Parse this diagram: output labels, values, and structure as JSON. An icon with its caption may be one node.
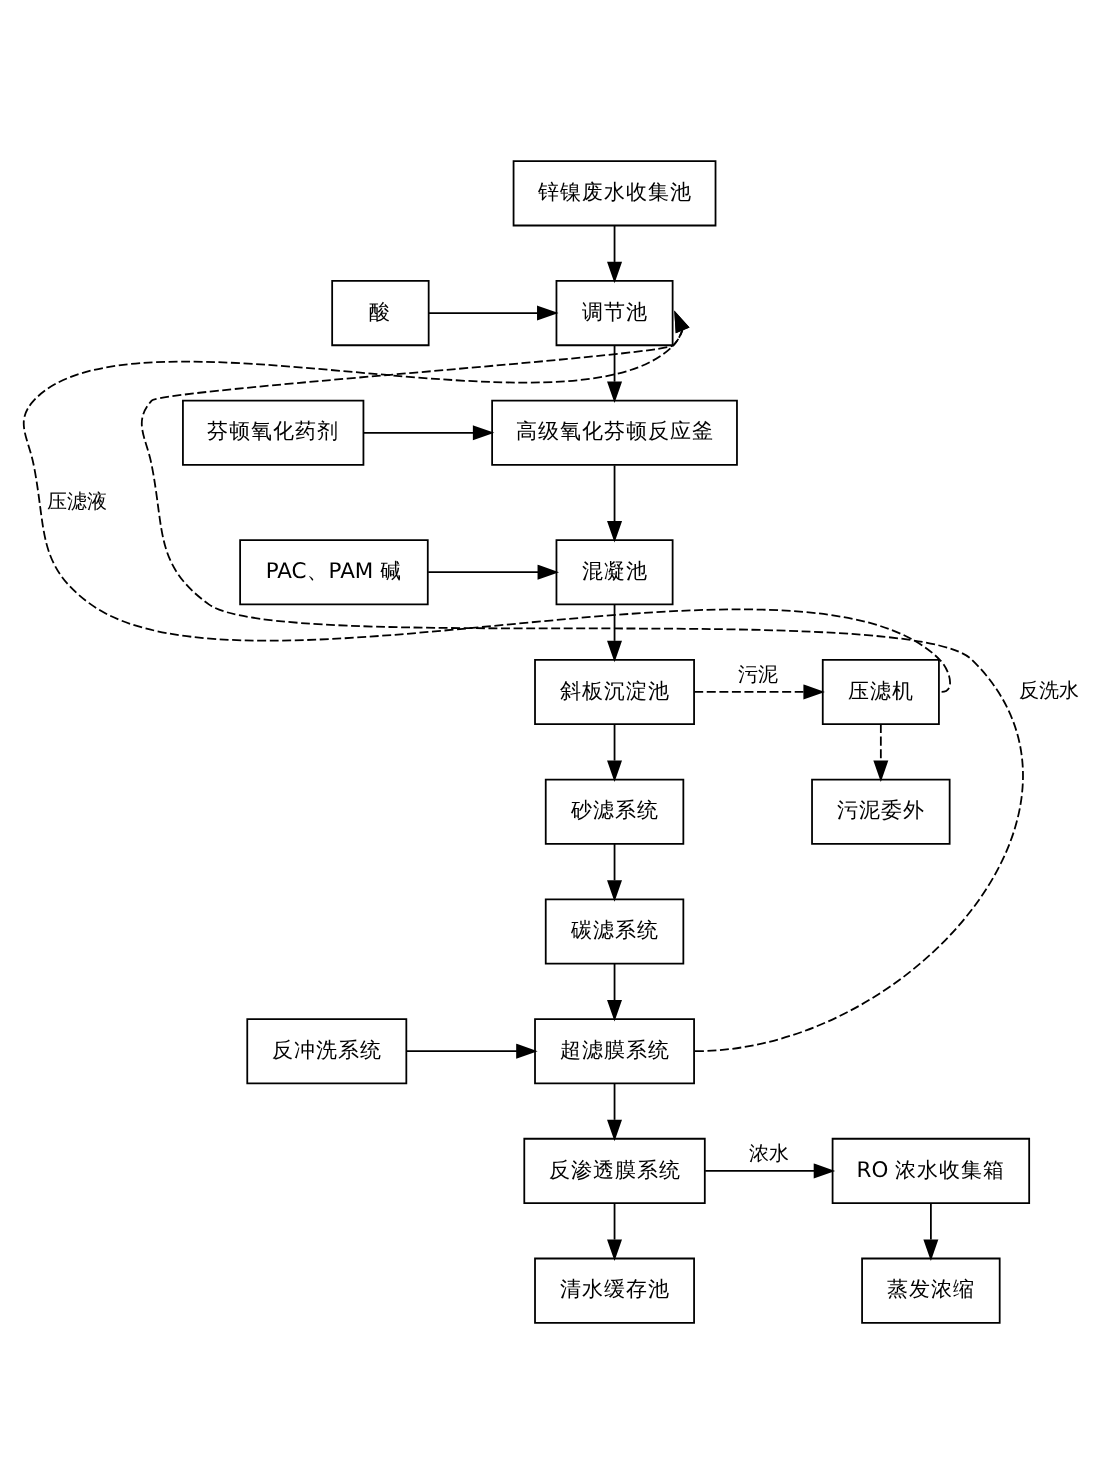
{
  "diagram": {
    "nodes": [
      {
        "text": [
          "锌镍废水收集池"
        ]
      },
      {
        "text": [
          "酸"
        ]
      },
      {
        "text": [
          "调节池"
        ]
      },
      {
        "text": [
          "芬顿氧化药剂"
        ]
      },
      {
        "text": [
          "高级氧化芬顿反应釜"
        ]
      },
      {
        "text": [
          "PAC、PAM 碱"
        ]
      },
      {
        "text": [
          "混凝池"
        ]
      },
      {
        "text": [
          "斜板沉淀池"
        ]
      },
      {
        "text": [
          "压滤机"
        ]
      },
      {
        "text": [
          "污泥委外"
        ]
      },
      {
        "text": [
          "砂滤系统"
        ]
      },
      {
        "text": [
          "碳滤系统"
        ]
      },
      {
        "text": [
          "反冲洗系统"
        ]
      },
      {
        "text": [
          "超滤膜系统"
        ]
      },
      {
        "text": [
          "反渗透膜系统"
        ]
      },
      {
        "text": [
          "RO 浓水收集箱"
        ]
      },
      {
        "text": [
          "清水缓存池"
        ]
      },
      {
        "text": [
          "蒸发浓缩"
        ]
      }
    ],
    "edges": [
      {
        "from": 0,
        "to": 2,
        "arrow": "to"
      },
      {
        "from": 1,
        "to": 2,
        "arrow": "to"
      },
      {
        "from": 2,
        "to": 4,
        "arrow": "to"
      },
      {
        "from": 3,
        "to": 4,
        "arrow": "to"
      },
      {
        "from": 4,
        "to": 6,
        "arrow": "to"
      },
      {
        "from": 5,
        "to": 6,
        "arrow": "to"
      },
      {
        "from": 6,
        "to": 7,
        "arrow": "to"
      },
      {
        "from": 7,
        "to": 8,
        "arrow": "to",
        "label": "污泥",
        "style": "dashed"
      },
      {
        "from": 8,
        "to": 9,
        "arrow": "to",
        "style": "dashed"
      },
      {
        "from": 7,
        "to": 10,
        "arrow": "to"
      },
      {
        "from": 10,
        "to": 11,
        "arrow": "to"
      },
      {
        "from": 11,
        "to": 13,
        "arrow": "to"
      },
      {
        "from": 12,
        "to": 13,
        "arrow": "to"
      },
      {
        "from": 8,
        "to": 2,
        "arrow": "to",
        "label": "压滤液",
        "style": "dashed"
      },
      {
        "from": 13,
        "to": 2,
        "arrow": "to",
        "label": "反洗水",
        "style": "dashed"
      },
      {
        "from": 13,
        "to": 14,
        "arrow": "to"
      },
      {
        "from": 14,
        "to": 15,
        "arrow": "to",
        "label": "浓水"
      },
      {
        "from": 14,
        "to": 16,
        "arrow": "to"
      },
      {
        "from": 15,
        "to": 17,
        "arrow": "to"
      }
    ]
  }
}
